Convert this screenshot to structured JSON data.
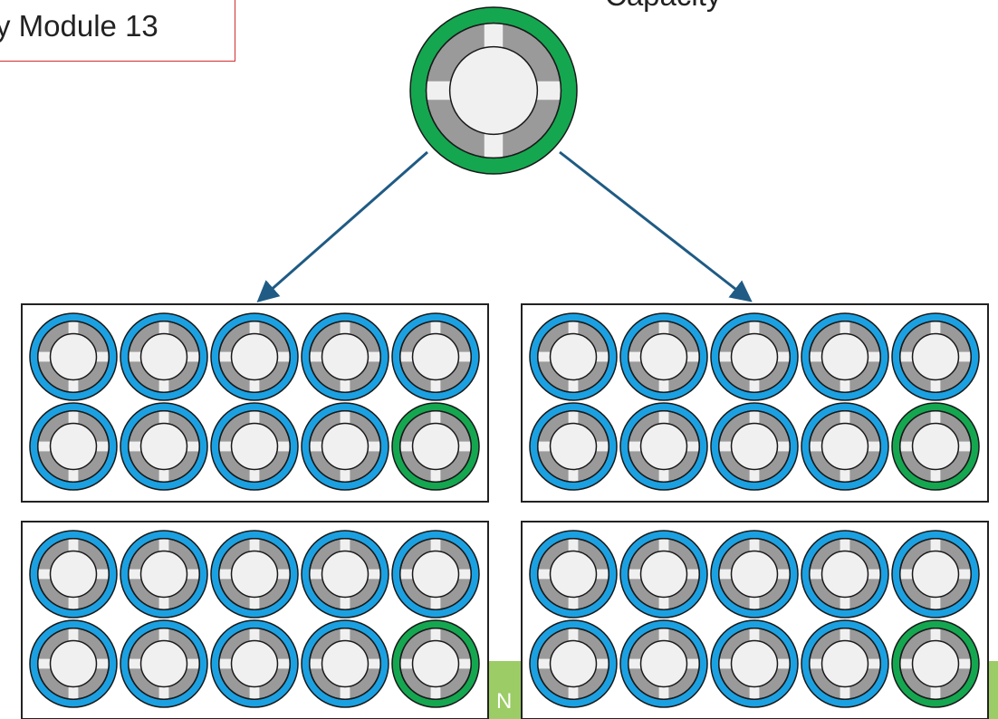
{
  "module_label": "y Module 13",
  "capacity_label": "Capacity",
  "partial_letter": "N",
  "colors": {
    "blue_ring": "#1ba1e2",
    "green_ring": "#14a750",
    "gray_body": "#9a9a9a",
    "cell_core": "#f0f0f0",
    "arrow": "#1f5b84",
    "module_border": "#222222",
    "label_border": "#d32f2f",
    "green_bar": "#8bc34a"
  },
  "top_cell": {
    "ring": "green"
  },
  "modules": [
    {
      "name": "module-top-left",
      "rows": [
        [
          "blue",
          "blue",
          "blue",
          "blue",
          "blue"
        ],
        [
          "blue",
          "blue",
          "blue",
          "blue",
          "green"
        ]
      ]
    },
    {
      "name": "module-top-right",
      "rows": [
        [
          "blue",
          "blue",
          "blue",
          "blue",
          "blue"
        ],
        [
          "blue",
          "blue",
          "blue",
          "blue",
          "green"
        ]
      ]
    },
    {
      "name": "module-bottom-left",
      "rows": [
        [
          "blue",
          "blue",
          "blue",
          "blue",
          "blue"
        ],
        [
          "blue",
          "blue",
          "blue",
          "blue",
          "green"
        ]
      ]
    },
    {
      "name": "module-bottom-right",
      "rows": [
        [
          "blue",
          "blue",
          "blue",
          "blue",
          "blue"
        ],
        [
          "blue",
          "blue",
          "blue",
          "blue",
          "green"
        ]
      ]
    }
  ]
}
